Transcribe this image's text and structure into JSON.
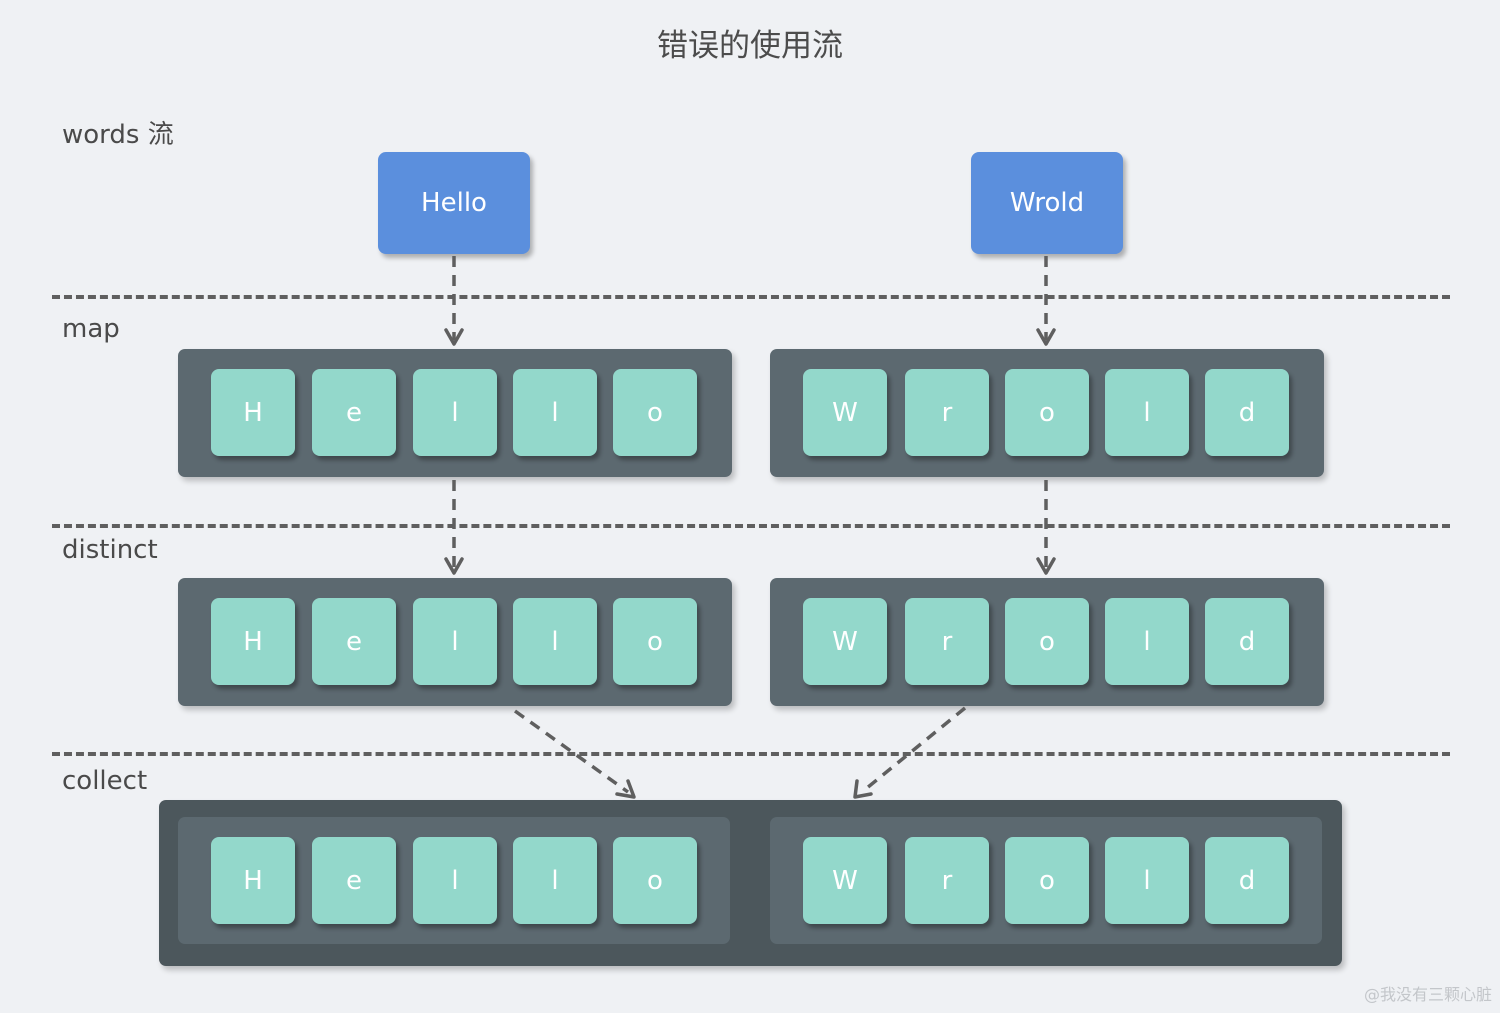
{
  "title": "错误的使用流",
  "stages": {
    "words": "words 流",
    "map": "map",
    "distinct": "distinct",
    "collect": "collect"
  },
  "words": [
    "Hello",
    "Wrold"
  ],
  "map": {
    "hello": [
      "H",
      "e",
      "l",
      "l",
      "o"
    ],
    "world": [
      "W",
      "r",
      "o",
      "l",
      "d"
    ]
  },
  "distinct": {
    "hello": [
      "H",
      "e",
      "l",
      "l",
      "o"
    ],
    "world": [
      "W",
      "r",
      "o",
      "l",
      "d"
    ]
  },
  "collect": {
    "hello": [
      "H",
      "e",
      "l",
      "l",
      "o"
    ],
    "world": [
      "W",
      "r",
      "o",
      "l",
      "d"
    ]
  },
  "watermark": "@我没有三颗心脏",
  "colors": {
    "word_box": "#5b8fdd",
    "char_tile": "#93d8cb",
    "container": "#5c6970",
    "collect_container": "#4c575c"
  }
}
